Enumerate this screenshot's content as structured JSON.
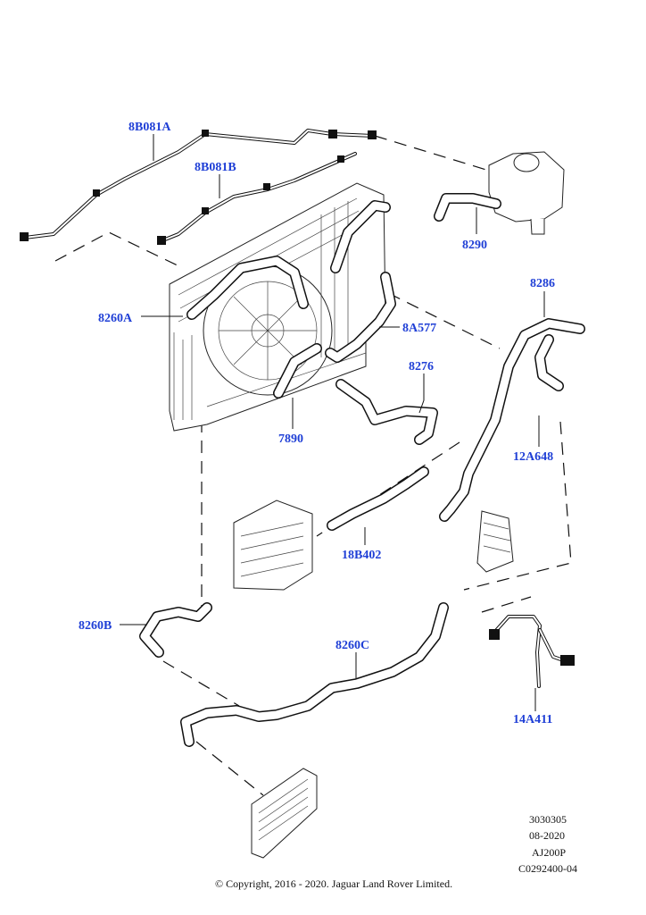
{
  "parts": [
    {
      "id": "8B081A",
      "label": "8B081A"
    },
    {
      "id": "8B081B",
      "label": "8B081B"
    },
    {
      "id": "8290",
      "label": "8290"
    },
    {
      "id": "8286",
      "label": "8286"
    },
    {
      "id": "8260A",
      "label": "8260A"
    },
    {
      "id": "8A577",
      "label": "8A577"
    },
    {
      "id": "8276",
      "label": "8276"
    },
    {
      "id": "7890",
      "label": "7890"
    },
    {
      "id": "12A648",
      "label": "12A648"
    },
    {
      "id": "18B402",
      "label": "18B402"
    },
    {
      "id": "8260B",
      "label": "8260B"
    },
    {
      "id": "8260C",
      "label": "8260C"
    },
    {
      "id": "14A411",
      "label": "14A411"
    }
  ],
  "meta": {
    "line1": "3030305",
    "line2": "08-2020",
    "line3": "AJ200P",
    "line4": "C0292400-04"
  },
  "copyright": "© Copyright, 2016 - 2020. Jaguar Land Rover Limited.",
  "colors": {
    "label": "#1f3fd6",
    "line": "#111111"
  }
}
